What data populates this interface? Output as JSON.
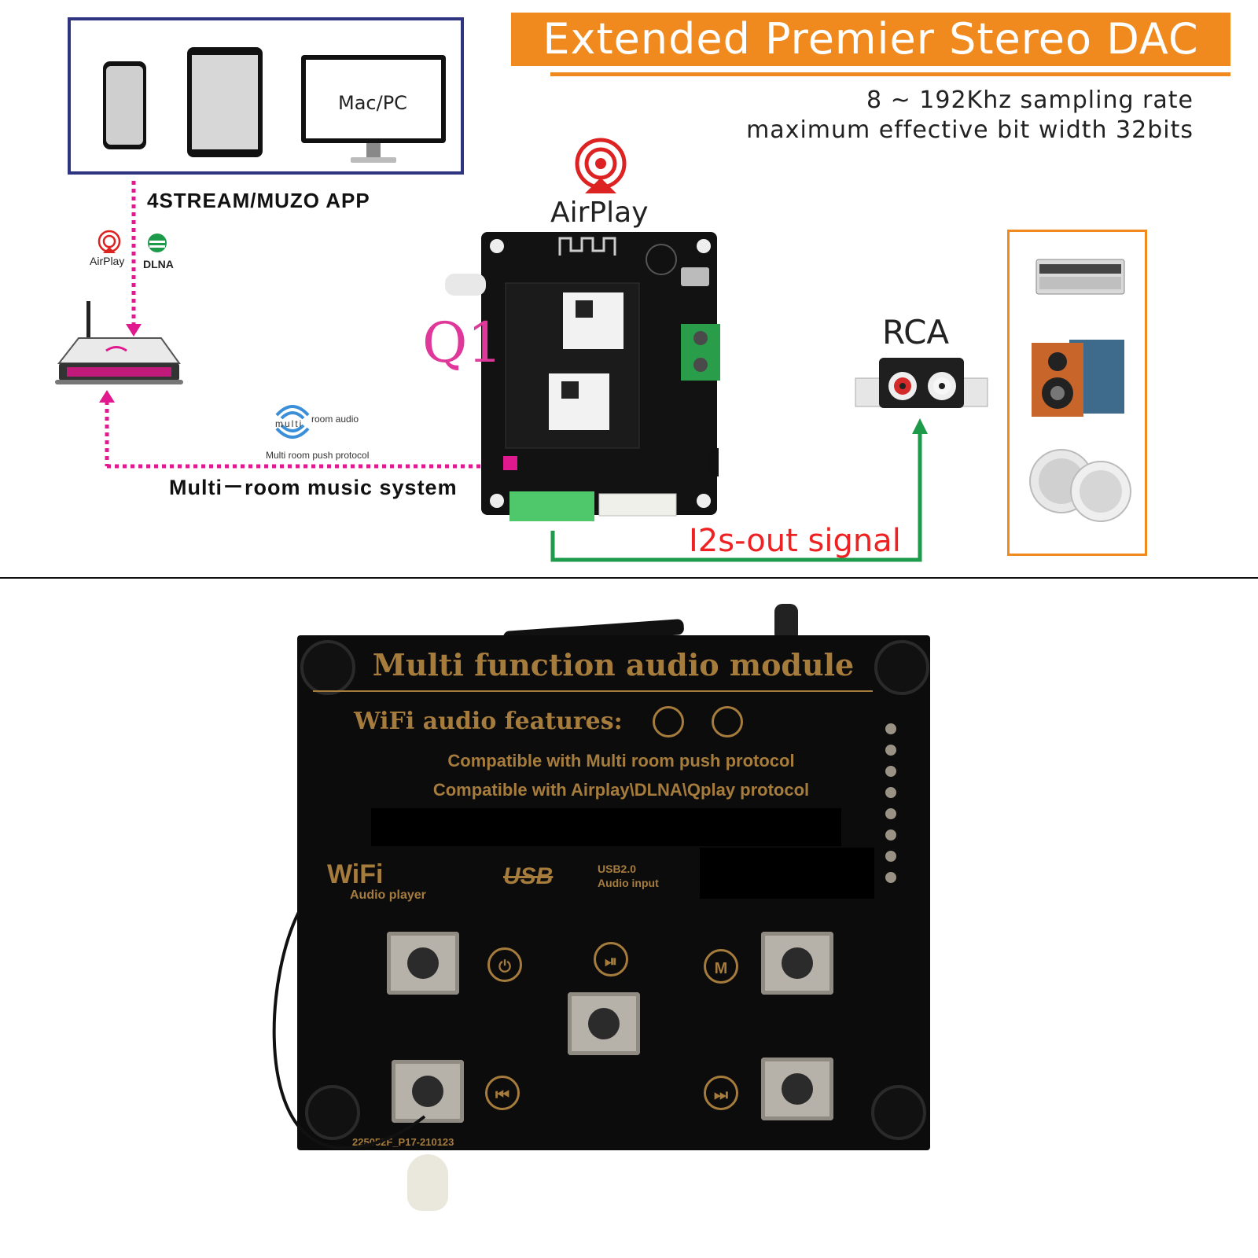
{
  "banner": {
    "title": "Extended Premier Stereo DAC",
    "spec_line1": "8 ~ 192Khz sampling rate",
    "spec_line2": "maximum effective bit width 32bits"
  },
  "devices": {
    "computer_label": "Mac/PC"
  },
  "app_label": "4STREAM/MUZO APP",
  "protocols": {
    "airplay_small": "AirPlay",
    "dlna_small": "DLNA",
    "airplay_large": "AirPlay",
    "multiroom_logo_top": "room audio",
    "multiroom_logo_left": "multi",
    "multiroom_protocol": "Multi room push protocol",
    "multiroom_system": "Multi－room music system"
  },
  "board_label": "Q1",
  "rca_label": "RCA",
  "i2s_label": "I2s-out signal",
  "module": {
    "title": "Multi function audio module",
    "features": "WiFi audio features:",
    "line1": "Compatible with Multi room push protocol",
    "line2": "Compatible with Airplay\\DLNA\\Qplay protocol",
    "wifi_logo": "WiFi",
    "wifi_sub": "Audio player",
    "usb_logo": "USB",
    "usb_sub_line1": "USB2.0",
    "usb_sub_line2": "Audio input",
    "serial": "225052F_P17-210123",
    "power_icon": "power-icon",
    "play_pause_icon": "play-pause-icon",
    "mode_icon": "M",
    "prev_icon": "previous-icon",
    "next_icon": "next-icon"
  },
  "colors": {
    "accent_orange": "#f08a1e",
    "box_blue": "#2f3480",
    "dotted_magenta": "#e0198f",
    "signal_green": "#1e9b4a",
    "label_red": "#e22222",
    "silk_gold": "#a67c3d"
  }
}
